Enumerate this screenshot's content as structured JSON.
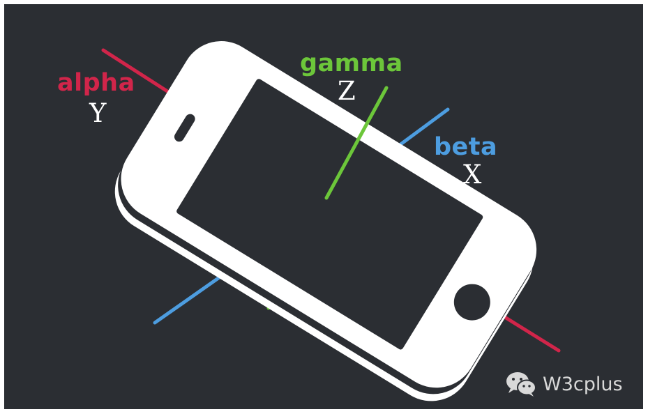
{
  "colors": {
    "background": "#2b2e33",
    "device": "#ffffff",
    "alpha": "#d1254a",
    "gamma": "#6cc63a",
    "beta": "#4d9de0"
  },
  "axes": {
    "alpha": {
      "name": "alpha",
      "letter": "Y"
    },
    "gamma": {
      "name": "gamma",
      "letter": "Z"
    },
    "beta": {
      "name": "beta",
      "letter": "X"
    }
  },
  "watermark": {
    "icon": "wechat-icon",
    "text": "W3cplus"
  }
}
